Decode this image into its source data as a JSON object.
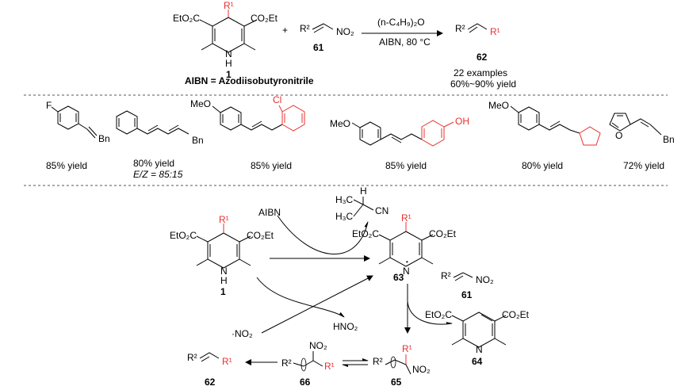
{
  "top_reaction": {
    "reagent_ester_left": "EtO₂C",
    "reagent_ester_right": "CO₂Et",
    "r1": "R¹",
    "nh": "N",
    "h": "H",
    "compound_1": "1",
    "plus": "+",
    "r2": "R²",
    "no2": "NO₂",
    "compound_61": "61",
    "solvent": "(n-C₄H₉)₂O",
    "conditions": "AIBN, 80 °C",
    "product_r2": "R²",
    "product_r1": "R¹",
    "compound_62": "62",
    "examples": "22 examples",
    "yield_range": "60%~90% yield",
    "aibn_definition": "AIBN = Azodiisobutyronitrile"
  },
  "examples": [
    {
      "label_F": "F",
      "label_Bn": "Bn",
      "yield": "85% yield"
    },
    {
      "label_Bn": "Bn",
      "yield": "80% yield",
      "ez": "E/Z = 85:15"
    },
    {
      "label_MeO": "MeO",
      "label_Cl": "Cl",
      "yield": "85% yield"
    },
    {
      "label_MeO": "MeO",
      "label_OH": "OH",
      "yield": "85% yield"
    },
    {
      "label_MeO": "MeO",
      "yield": "80% yield"
    },
    {
      "label_Bn": "Bn",
      "label_O": "O",
      "yield": "72% yield"
    }
  ],
  "mechanism": {
    "aibn": "AIBN",
    "radical_h3c_top": "H₃C",
    "radical_h3c_bottom": "H₃C",
    "radical_h": "H",
    "radical_cn": "CN",
    "dhp_ester_left": "EtO₂C",
    "dhp_ester_right": "CO₂Et",
    "dhp_r1": "R¹",
    "dhp_n": "N",
    "dhp_h": "H",
    "dhp_label": "1",
    "cation_ester_left": "EtO₂C",
    "cation_ester_right": "CO₂Et",
    "cation_r1": "R¹",
    "cation_n": "N",
    "cation_label": "63",
    "nitro_r2": "R²",
    "nitro_no2": "NO₂",
    "nitro_label": "61",
    "hno2": "HNO₂",
    "no2_radical": "·NO₂",
    "pyr_ester_left": "EtO₂C",
    "pyr_ester_right": "CO₂Et",
    "pyr_n": "N",
    "pyr_label": "64",
    "r65_r2": "R²",
    "r65_r1": "R¹",
    "r65_no2": "NO₂",
    "r65_label": "65",
    "r66_r2": "R²",
    "r66_r1": "R¹",
    "r66_no2": "NO₂",
    "r66_label": "66",
    "prod_r2": "R²",
    "prod_r1": "R¹",
    "prod_label": "62"
  },
  "colors": {
    "highlight": "#e8312f",
    "ink": "#000000",
    "divider": "#555555"
  }
}
